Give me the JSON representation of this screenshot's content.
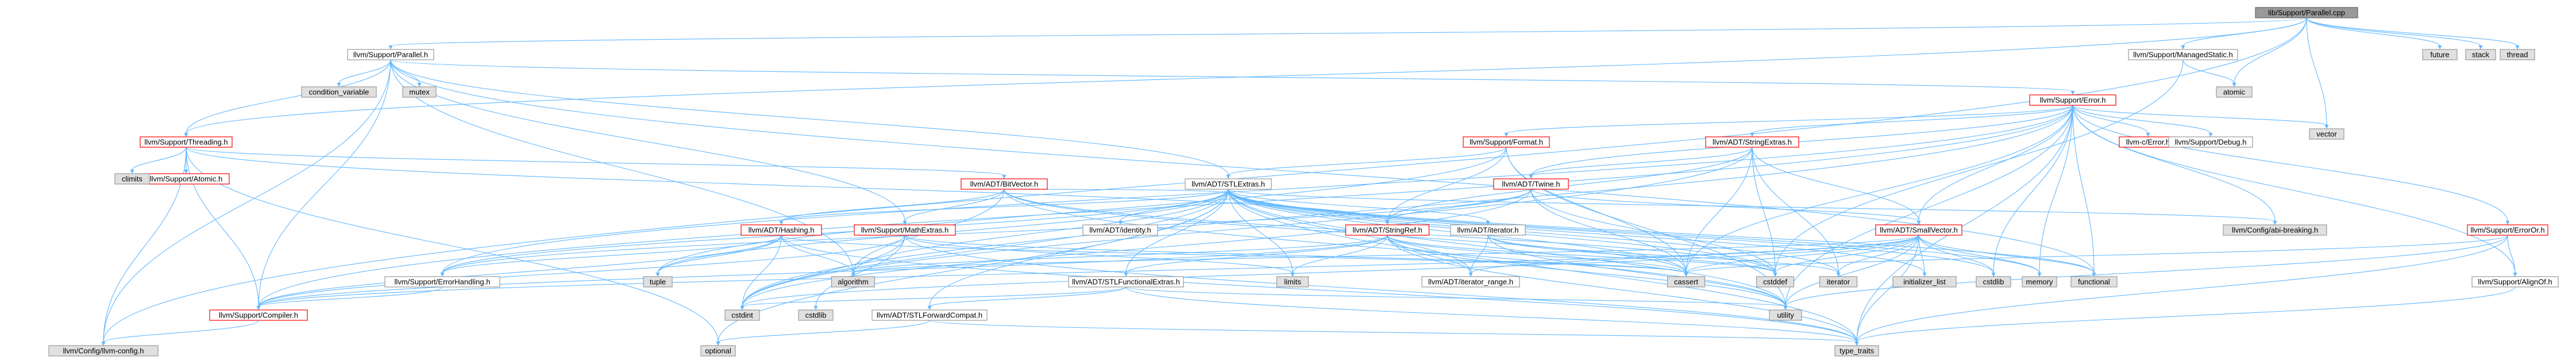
{
  "nodes": [
    {
      "id": "n0",
      "label": "lib/Support/Parallel.cpp",
      "kind": "root"
    },
    {
      "id": "n1",
      "label": "llvm/Support/Parallel.h",
      "kind": "doc"
    },
    {
      "id": "n2",
      "label": "future",
      "kind": "sys"
    },
    {
      "id": "n3",
      "label": "stack",
      "kind": "sys"
    },
    {
      "id": "n4",
      "label": "thread",
      "kind": "sys"
    },
    {
      "id": "n5",
      "label": "llvm/Support/ManagedStatic.h",
      "kind": "doc"
    },
    {
      "id": "n6",
      "label": "condition_variable",
      "kind": "sys"
    },
    {
      "id": "n7",
      "label": "mutex",
      "kind": "sys"
    },
    {
      "id": "n8",
      "label": "atomic",
      "kind": "sys"
    },
    {
      "id": "n9",
      "label": "llvm/Support/Error.h",
      "kind": "trunc"
    },
    {
      "id": "n10",
      "label": "vector",
      "kind": "sys"
    },
    {
      "id": "n11",
      "label": "llvm/Support/Threading.h",
      "kind": "trunc"
    },
    {
      "id": "n12",
      "label": "llvm/Support/Format.h",
      "kind": "trunc"
    },
    {
      "id": "n13",
      "label": "llvm/ADT/StringExtras.h",
      "kind": "trunc"
    },
    {
      "id": "n14",
      "label": "llvm-c/Error.h",
      "kind": "trunc"
    },
    {
      "id": "n15",
      "label": "llvm/Support/Debug.h",
      "kind": "doc"
    },
    {
      "id": "n16",
      "label": "cstdint",
      "kind": "sys"
    },
    {
      "id": "n17",
      "label": "llvm/Support/Atomic.h",
      "kind": "trunc"
    },
    {
      "id": "n18",
      "label": "llvm/ADT/BitVector.h",
      "kind": "trunc"
    },
    {
      "id": "n19",
      "label": "llvm/ADT/STLExtras.h",
      "kind": "doc"
    },
    {
      "id": "n20",
      "label": "llvm/ADT/Twine.h",
      "kind": "trunc"
    },
    {
      "id": "n21",
      "label": "llvm/ADT/Hashing.h",
      "kind": "trunc"
    },
    {
      "id": "n22",
      "label": "llvm/Support/MathExtras.h",
      "kind": "trunc"
    },
    {
      "id": "n23",
      "label": "llvm/ADT/identity.h",
      "kind": "doc"
    },
    {
      "id": "n24",
      "label": "llvm/ADT/iterator.h",
      "kind": "doc"
    },
    {
      "id": "n25",
      "label": "llvm/ADT/StringRef.h",
      "kind": "trunc"
    },
    {
      "id": "n26",
      "label": "llvm/ADT/SmallVector.h",
      "kind": "trunc"
    },
    {
      "id": "n27",
      "label": "llvm/Config/abi-breaking.h",
      "kind": "sys"
    },
    {
      "id": "n28",
      "label": "llvm/Support/ErrorOr.h",
      "kind": "trunc"
    },
    {
      "id": "n29",
      "label": "llvm/Support/ErrorHandling.h",
      "kind": "doc"
    },
    {
      "id": "n30",
      "label": "tuple",
      "kind": "sys"
    },
    {
      "id": "n31",
      "label": "algorithm",
      "kind": "sys"
    },
    {
      "id": "n32",
      "label": "limits",
      "kind": "sys"
    },
    {
      "id": "n33",
      "label": "llvm/ADT/iterator_range.h",
      "kind": "doc"
    },
    {
      "id": "n34",
      "label": "cassert",
      "kind": "sys"
    },
    {
      "id": "n35",
      "label": "cstddef",
      "kind": "sys"
    },
    {
      "id": "n36",
      "label": "iterator",
      "kind": "sys"
    },
    {
      "id": "n37",
      "label": "initializer_list",
      "kind": "sys"
    },
    {
      "id": "n38",
      "label": "cstdlib",
      "kind": "sys"
    },
    {
      "id": "n39",
      "label": "memory",
      "kind": "sys"
    },
    {
      "id": "n40",
      "label": "functional",
      "kind": "sys"
    },
    {
      "id": "n41",
      "label": "llvm/Support/AlignOf.h",
      "kind": "doc"
    },
    {
      "id": "n42",
      "label": "llvm/ADT/STLFunctionalExtras.h",
      "kind": "doc"
    },
    {
      "id": "n43",
      "label": "llvm/ADT/STLForwardCompat.h",
      "kind": "doc"
    },
    {
      "id": "n44",
      "label": "llvm/Support/Compiler.h",
      "kind": "trunc"
    },
    {
      "id": "n45",
      "label": "cstdlib",
      "kind": "sys"
    },
    {
      "id": "n46",
      "label": "utility",
      "kind": "sys"
    },
    {
      "id": "n47",
      "label": "llvm/Config/llvm-config.h",
      "kind": "sys"
    },
    {
      "id": "n48",
      "label": "optional",
      "kind": "sys"
    },
    {
      "id": "n49",
      "label": "type_traits",
      "kind": "sys"
    },
    {
      "id": "n50",
      "label": "climits",
      "kind": "sys"
    }
  ],
  "edges": [
    [
      "n0",
      "n1"
    ],
    [
      "n0",
      "n2"
    ],
    [
      "n0",
      "n3"
    ],
    [
      "n0",
      "n4"
    ],
    [
      "n0",
      "n5"
    ],
    [
      "n0",
      "n8"
    ],
    [
      "n0",
      "n10"
    ],
    [
      "n0",
      "n11"
    ],
    [
      "n0",
      "n47"
    ],
    [
      "n1",
      "n6"
    ],
    [
      "n1",
      "n7"
    ],
    [
      "n1",
      "n9"
    ],
    [
      "n1",
      "n11"
    ],
    [
      "n1",
      "n19"
    ],
    [
      "n1",
      "n22"
    ],
    [
      "n1",
      "n31"
    ],
    [
      "n1",
      "n40"
    ],
    [
      "n1",
      "n47"
    ],
    [
      "n1",
      "n44"
    ],
    [
      "n5",
      "n8"
    ],
    [
      "n5",
      "n35"
    ],
    [
      "n9",
      "n12"
    ],
    [
      "n9",
      "n13"
    ],
    [
      "n9",
      "n14"
    ],
    [
      "n9",
      "n15"
    ],
    [
      "n9",
      "n20"
    ],
    [
      "n9",
      "n26"
    ],
    [
      "n9",
      "n27"
    ],
    [
      "n9",
      "n28"
    ],
    [
      "n9",
      "n41"
    ],
    [
      "n9",
      "n29"
    ],
    [
      "n9",
      "n44"
    ],
    [
      "n9",
      "n34"
    ],
    [
      "n9",
      "n16"
    ],
    [
      "n9",
      "n38"
    ],
    [
      "n9",
      "n40"
    ],
    [
      "n9",
      "n39"
    ],
    [
      "n9",
      "n46"
    ],
    [
      "n9",
      "n49"
    ],
    [
      "n9",
      "n10"
    ],
    [
      "n11",
      "n18"
    ],
    [
      "n11",
      "n17"
    ],
    [
      "n11",
      "n25"
    ],
    [
      "n11",
      "n50"
    ],
    [
      "n11",
      "n44"
    ],
    [
      "n11",
      "n47"
    ],
    [
      "n11",
      "n48"
    ],
    [
      "n12",
      "n19"
    ],
    [
      "n12",
      "n25"
    ],
    [
      "n12",
      "n34"
    ],
    [
      "n12",
      "n30"
    ],
    [
      "n12",
      "n46"
    ],
    [
      "n13",
      "n20"
    ],
    [
      "n13",
      "n25"
    ],
    [
      "n13",
      "n26"
    ],
    [
      "n13",
      "n34"
    ],
    [
      "n13",
      "n35"
    ],
    [
      "n13",
      "n36"
    ],
    [
      "n13",
      "n16"
    ],
    [
      "n18",
      "n21"
    ],
    [
      "n18",
      "n19"
    ],
    [
      "n18",
      "n22"
    ],
    [
      "n18",
      "n31"
    ],
    [
      "n18",
      "n34"
    ],
    [
      "n18",
      "n46"
    ],
    [
      "n18",
      "n35"
    ],
    [
      "n19",
      "n21"
    ],
    [
      "n19",
      "n23"
    ],
    [
      "n19",
      "n24"
    ],
    [
      "n19",
      "n33"
    ],
    [
      "n19",
      "n42"
    ],
    [
      "n19",
      "n43"
    ],
    [
      "n19",
      "n27"
    ],
    [
      "n19",
      "n29"
    ],
    [
      "n19",
      "n31"
    ],
    [
      "n19",
      "n34"
    ],
    [
      "n19",
      "n36"
    ],
    [
      "n19",
      "n37"
    ],
    [
      "n19",
      "n40"
    ],
    [
      "n19",
      "n32"
    ],
    [
      "n19",
      "n39"
    ],
    [
      "n19",
      "n30"
    ],
    [
      "n19",
      "n46"
    ],
    [
      "n19",
      "n49"
    ],
    [
      "n19",
      "n48"
    ],
    [
      "n19",
      "n35"
    ],
    [
      "n19",
      "n16"
    ],
    [
      "n19",
      "n38"
    ],
    [
      "n20",
      "n25"
    ],
    [
      "n20",
      "n26"
    ],
    [
      "n20",
      "n29"
    ],
    [
      "n20",
      "n34"
    ],
    [
      "n20",
      "n35"
    ],
    [
      "n20",
      "n16"
    ],
    [
      "n21",
      "n29"
    ],
    [
      "n21",
      "n44"
    ],
    [
      "n21",
      "n31"
    ],
    [
      "n21",
      "n34"
    ],
    [
      "n21",
      "n30"
    ],
    [
      "n21",
      "n16"
    ],
    [
      "n21",
      "n49"
    ],
    [
      "n22",
      "n44"
    ],
    [
      "n22",
      "n34"
    ],
    [
      "n22",
      "n49"
    ],
    [
      "n22",
      "n32"
    ],
    [
      "n22",
      "n16"
    ],
    [
      "n22",
      "n45"
    ],
    [
      "n24",
      "n33"
    ],
    [
      "n24",
      "n35"
    ],
    [
      "n24",
      "n36"
    ],
    [
      "n24",
      "n46"
    ],
    [
      "n25",
      "n42"
    ],
    [
      "n25",
      "n33"
    ],
    [
      "n25",
      "n44"
    ],
    [
      "n25",
      "n31"
    ],
    [
      "n25",
      "n34"
    ],
    [
      "n25",
      "n35"
    ],
    [
      "n25",
      "n32"
    ],
    [
      "n25",
      "n49"
    ],
    [
      "n25",
      "n46"
    ],
    [
      "n26",
      "n44"
    ],
    [
      "n26",
      "n33"
    ],
    [
      "n26",
      "n31"
    ],
    [
      "n26",
      "n34"
    ],
    [
      "n26",
      "n35"
    ],
    [
      "n26",
      "n36"
    ],
    [
      "n26",
      "n37"
    ],
    [
      "n26",
      "n38"
    ],
    [
      "n26",
      "n39"
    ],
    [
      "n26",
      "n46"
    ],
    [
      "n26",
      "n49"
    ],
    [
      "n26",
      "n16"
    ],
    [
      "n26",
      "n40"
    ],
    [
      "n28",
      "n41"
    ],
    [
      "n28",
      "n49"
    ],
    [
      "n28",
      "n46"
    ],
    [
      "n28",
      "n34"
    ],
    [
      "n29",
      "n44"
    ],
    [
      "n41",
      "n49"
    ],
    [
      "n42",
      "n43"
    ],
    [
      "n42",
      "n49"
    ],
    [
      "n42",
      "n46"
    ],
    [
      "n42",
      "n16"
    ],
    [
      "n43",
      "n48"
    ],
    [
      "n43",
      "n49"
    ],
    [
      "n44",
      "n47"
    ]
  ],
  "colors": {
    "edge": "#63B8FF",
    "root_fill": "#999999",
    "root_border": "#666666",
    "doc_fill": "#ffffff",
    "doc_border": "#999999",
    "trunc_fill": "#ffffff",
    "trunc_border": "#ff0000",
    "sys_fill": "#e0e0e0",
    "sys_border": "#999999",
    "text": "#000000",
    "trunc_text": "#cc0000"
  }
}
